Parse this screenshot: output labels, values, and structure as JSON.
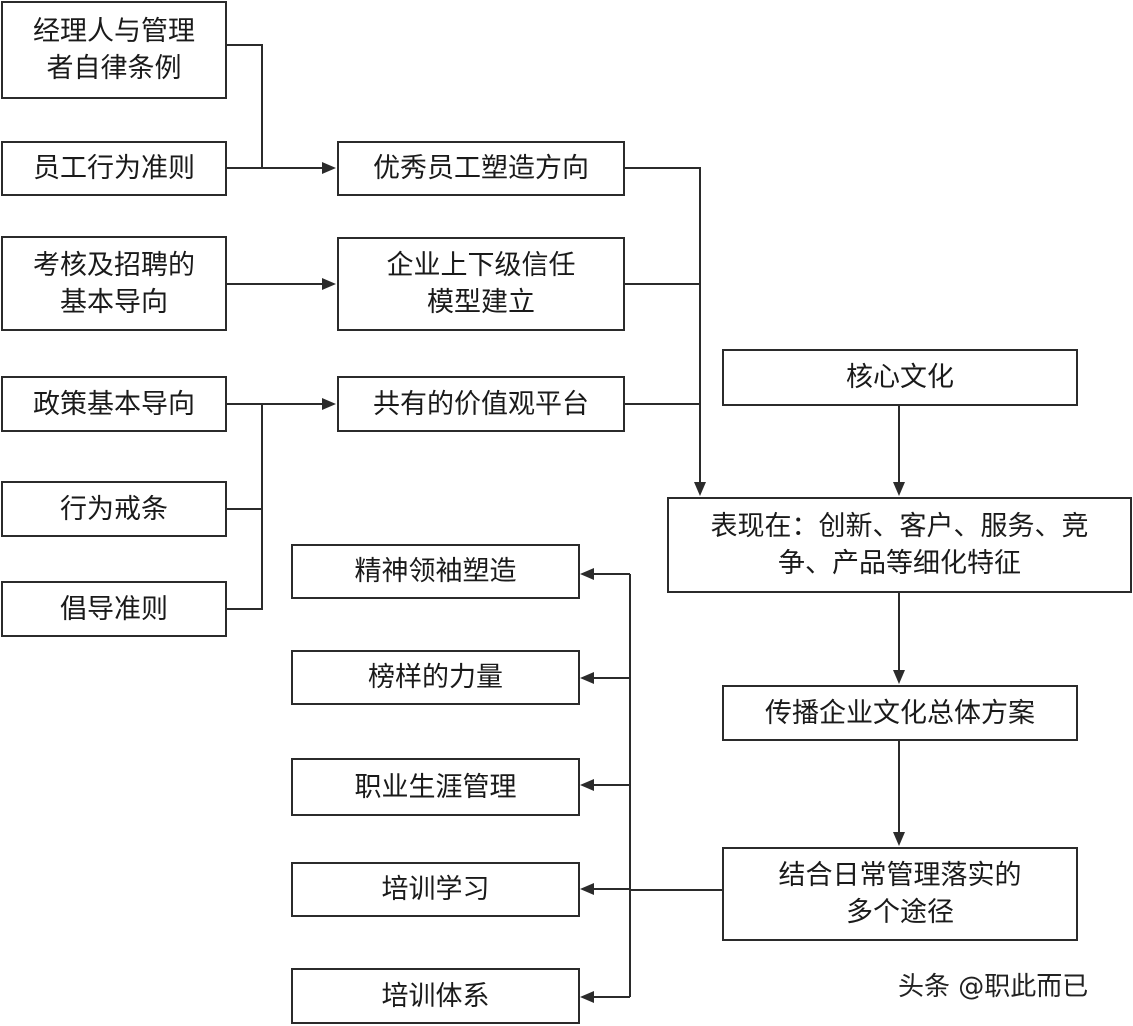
{
  "nodes": {
    "manager_code": [
      "经理人与管理",
      "者自律条例"
    ],
    "employee_conduct": [
      "员工行为准则"
    ],
    "assessment_recruit": [
      "考核及招聘的",
      "基本导向"
    ],
    "policy_orientation": [
      "政策基本导向"
    ],
    "behavior_prohibitions": [
      "行为戒条"
    ],
    "advocated_norms": [
      "倡导准则"
    ],
    "excellent_employee": [
      "优秀员工塑造方向"
    ],
    "trust_model": [
      "企业上下级信任",
      "模型建立"
    ],
    "shared_values": [
      "共有的价值观平台"
    ],
    "core_culture": [
      "核心文化"
    ],
    "manifested_in": [
      "表现在：创新、客户、服务、竞",
      "争、产品等细化特征"
    ],
    "spread_plan": [
      "传播企业文化总体方案"
    ],
    "daily_management": [
      "结合日常管理落实的",
      "多个途径"
    ],
    "spirit_leader": [
      "精神领袖塑造"
    ],
    "role_model": [
      "榜样的力量"
    ],
    "career_management": [
      "职业生涯管理"
    ],
    "training_learning": [
      "培训学习"
    ],
    "training_system": [
      "培训体系"
    ]
  },
  "watermark": "头条 @职此而已",
  "colors": {
    "stroke": "#2b2b2b",
    "text": "#1a1a1a",
    "background": "#ffffff"
  }
}
